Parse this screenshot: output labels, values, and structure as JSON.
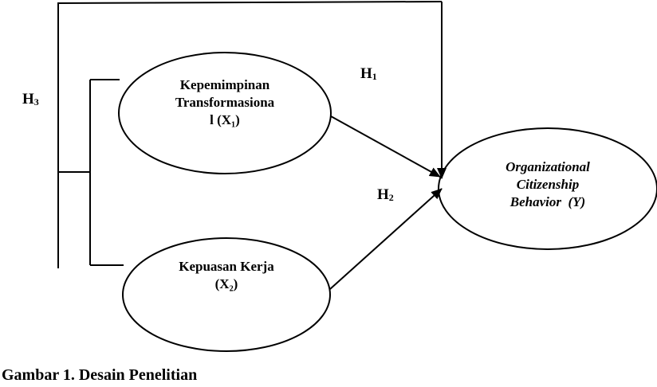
{
  "nodes": {
    "x1": {
      "line1": "Kepemimpinan",
      "line2": "Transformasiona",
      "line3": "l (X₁)"
    },
    "x2": {
      "line1": "Kepuasan Kerja",
      "line2": "(X₂)"
    },
    "y": {
      "line1": "Organizational",
      "line2": "Citizenship",
      "line3": "Behavior  (Y)"
    }
  },
  "hypotheses": {
    "h1": {
      "letter": "H",
      "index": "1"
    },
    "h2": {
      "letter": "H",
      "index": "2"
    },
    "h3": {
      "letter": "H",
      "index": "3"
    }
  },
  "caption": "Gambar 1.  Desain Penelitian"
}
